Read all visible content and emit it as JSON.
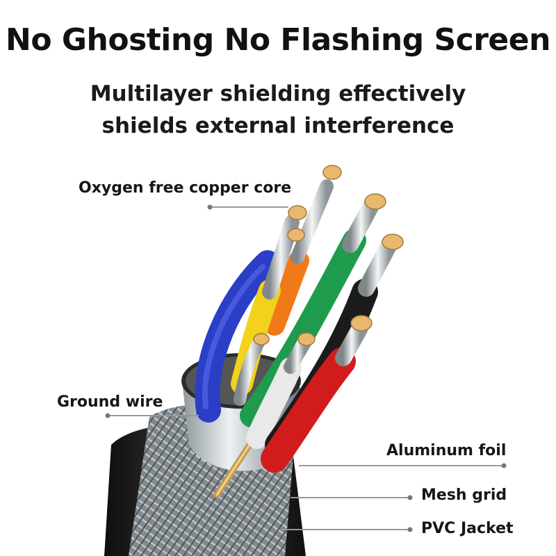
{
  "headline": "No Ghosting No Flashing Screen",
  "subheadline": {
    "line1": "Multilayer shielding effectively",
    "line2": "shields external interference"
  },
  "labels": {
    "copper_core": "Oxygen free copper core",
    "ground_wire": "Ground wire",
    "aluminum_foil": "Aluminum foil",
    "mesh_grid": "Mesh grid",
    "pvc_jacket": "PVC Jacket"
  },
  "colors": {
    "wire_blue": "#2a3fc6",
    "wire_orange": "#f07a18",
    "wire_yellow": "#f2d21a",
    "wire_green": "#1f9b4e",
    "wire_black": "#1b1b1b",
    "wire_red": "#d21c1c",
    "wire_white": "#e9e9e9",
    "copper": "#e7b86e",
    "jacket": "#262626",
    "foil": "#b9c3c8"
  }
}
